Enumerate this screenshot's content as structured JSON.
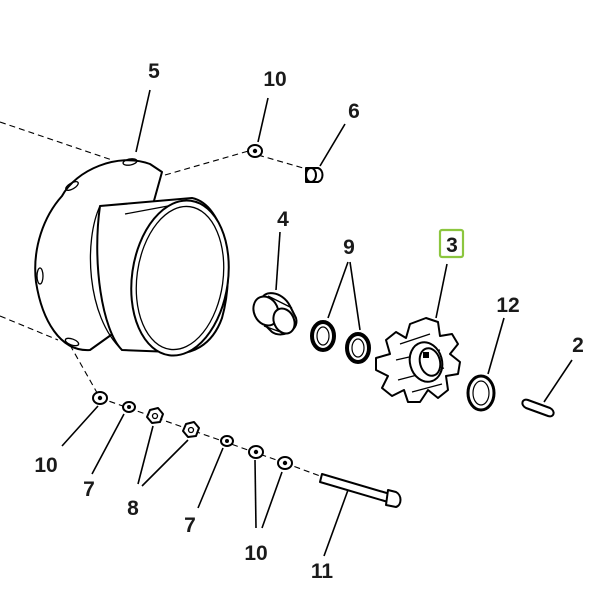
{
  "callouts": {
    "c5": "5",
    "c10_top": "10",
    "c6": "6",
    "c4": "4",
    "c9": "9",
    "c3": "3",
    "c12": "12",
    "c2": "2",
    "c10_left": "10",
    "c7_left": "7",
    "c8": "8",
    "c7_right": "7",
    "c10_bottom": "10",
    "c11": "11"
  },
  "highlight": {
    "label": "3",
    "color": "#8cc63f"
  }
}
